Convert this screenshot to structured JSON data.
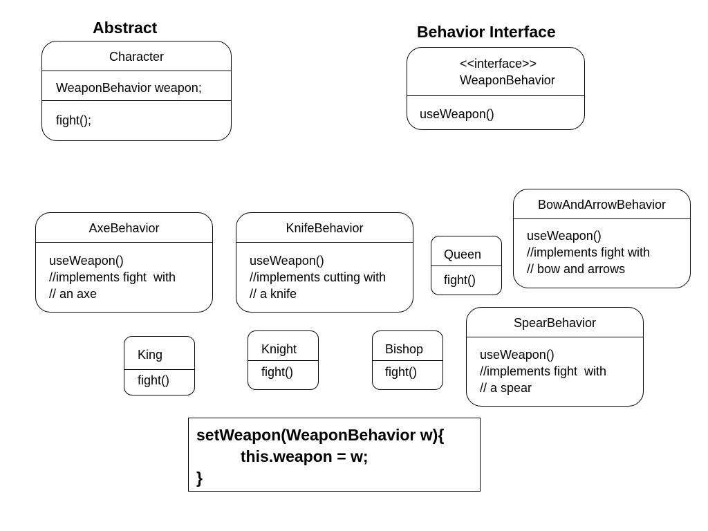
{
  "headings": {
    "abstract": "Abstract",
    "behavior_interface": "Behavior Interface"
  },
  "character": {
    "name": "Character",
    "field": "WeaponBehavior weapon;",
    "method": "fight();"
  },
  "weapon_behavior": {
    "stereotype": "<<interface>>",
    "name": "WeaponBehavior",
    "method": "useWeapon()"
  },
  "axe_behavior": {
    "name": "AxeBehavior",
    "lines": [
      "useWeapon()",
      "//implements fight  with",
      "// an axe"
    ]
  },
  "knife_behavior": {
    "name": "KnifeBehavior",
    "lines": [
      "useWeapon()",
      "//implements cutting with",
      "// a knife"
    ]
  },
  "bow_and_arrow_behavior": {
    "name": "BowAndArrowBehavior",
    "lines": [
      "useWeapon()",
      "//implements fight with",
      "// bow and arrows"
    ]
  },
  "spear_behavior": {
    "name": "SpearBehavior",
    "lines": [
      "useWeapon()",
      "//implements fight  with",
      "// a spear"
    ]
  },
  "queen": {
    "name": "Queen",
    "method": "fight()"
  },
  "king": {
    "name": "King",
    "method": "fight()"
  },
  "knight": {
    "name": "Knight",
    "method": "fight()"
  },
  "bishop": {
    "name": "Bishop",
    "method": "fight()"
  },
  "set_weapon": {
    "lines": [
      "setWeapon(WeaponBehavior w){",
      "          this.weapon = w;",
      "}"
    ]
  }
}
